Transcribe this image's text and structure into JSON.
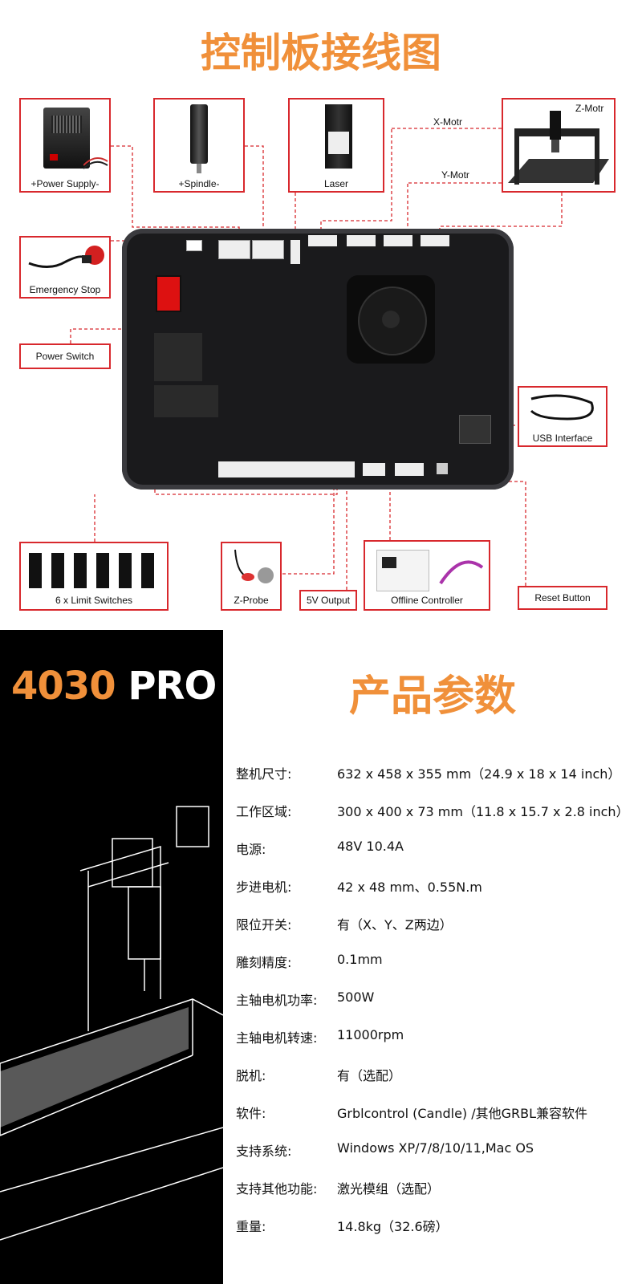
{
  "wiring": {
    "title": "控制板接线图",
    "labels": {
      "power_supply": "+Power Supply-",
      "spindle": "+Spindle-",
      "laser": "Laser",
      "x_motor": "X-Motr",
      "y_motor": "Y-Motr",
      "z_motor": "Z-Motr",
      "emergency_stop": "Emergency Stop",
      "power_switch": "Power Switch",
      "usb_interface": "USB Interface",
      "limit_switches": "6 x Limit Switches",
      "z_probe": "Z-Probe",
      "output_5v": "5V Output",
      "offline_controller": "Offline Controller",
      "reset_button": "Reset Button"
    },
    "accent_color": "#d8282d"
  },
  "specs": {
    "model_number": "4030",
    "model_suffix": "PRO",
    "title": "产品参数",
    "rows": [
      {
        "key": "整机尺寸:",
        "value": "632 x 458 x 355 mm（24.9 x 18 x 14 inch）"
      },
      {
        "key": "工作区域:",
        "value": "300 x 400 x 73 mm（11.8 x 15.7 x 2.8 inch）"
      },
      {
        "key": "电源:",
        "value": "48V 10.4A"
      },
      {
        "key": "步进电机:",
        "value": "42 x 48 mm、0.55N.m"
      },
      {
        "key": "限位开关:",
        "value": "有（X、Y、Z两边）"
      },
      {
        "key": "雕刻精度:",
        "value": "0.1mm"
      },
      {
        "key": "主轴电机功率:",
        "value": "500W"
      },
      {
        "key": "主轴电机转速:",
        "value": "11000rpm"
      },
      {
        "key": "脱机:",
        "value": "有（选配）"
      },
      {
        "key": "软件:",
        "value": "Grblcontrol (Candle) /其他GRBL兼容软件"
      },
      {
        "key": "支持系统:",
        "value": "Windows XP/7/8/10/11,Mac OS"
      },
      {
        "key": "支持其他功能:",
        "value": "激光模组（选配）"
      },
      {
        "key": "重量:",
        "value": "14.8kg（32.6磅）"
      }
    ],
    "accent_color": "#f0903a"
  }
}
